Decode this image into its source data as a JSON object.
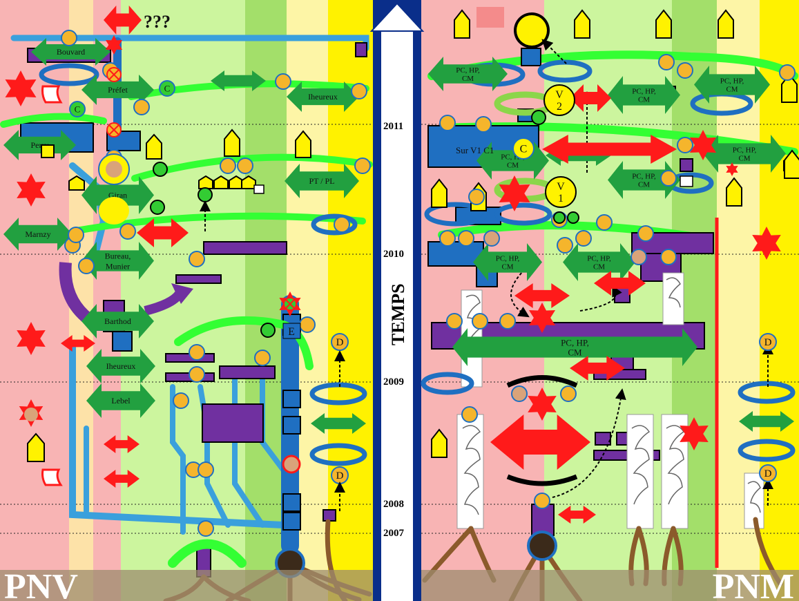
{
  "top_marker": "???",
  "time_axis": {
    "label": "TEMPS",
    "years": [
      "2011",
      "2010",
      "2009",
      "2008",
      "2007"
    ]
  },
  "panels": {
    "left": {
      "title": "PNV",
      "actors": [
        "Bouvard",
        "Préfet",
        "Perry",
        "Giran",
        "Marnzy",
        "Bureau, Munier",
        "Barthod",
        "Iheureux",
        "Lebel",
        "Iheureux",
        "PT / PL"
      ]
    },
    "right": {
      "title": "PNM",
      "actors": [
        "PC, HP, CM",
        "PC, HP, CM",
        "PC, HP, CM",
        "PC, HP, CM",
        "PC, HP, CM",
        "PC, HP, CM",
        "PC, HP, CM",
        "PC, HP, CM"
      ],
      "bar_label": "PC, HP, CM",
      "box_label": "Sur V1  C1"
    }
  },
  "markers": {
    "c": "C",
    "d": "D",
    "e": "E",
    "v1": "V\n1",
    "v2": "V\n2",
    "v1_top": "V",
    "v1_bottom": "1",
    "v2_top": "V",
    "v2_bottom": "2"
  },
  "colors": {
    "pink": "#f8b4b4",
    "light_yellow": "#fdf5a6",
    "yellow": "#fff200",
    "light_green": "#ccf59e",
    "green": "#a3df6a",
    "bright_green": "#33ff33",
    "arrow_green": "#22a040",
    "blue": "#1f6fc1",
    "light_blue": "#3aa0dc",
    "purple": "#7030a0",
    "red": "#ff1a1a",
    "orange": "#f5b52c",
    "brown": "#8b5a2b",
    "navy": "#0a2e8a"
  }
}
